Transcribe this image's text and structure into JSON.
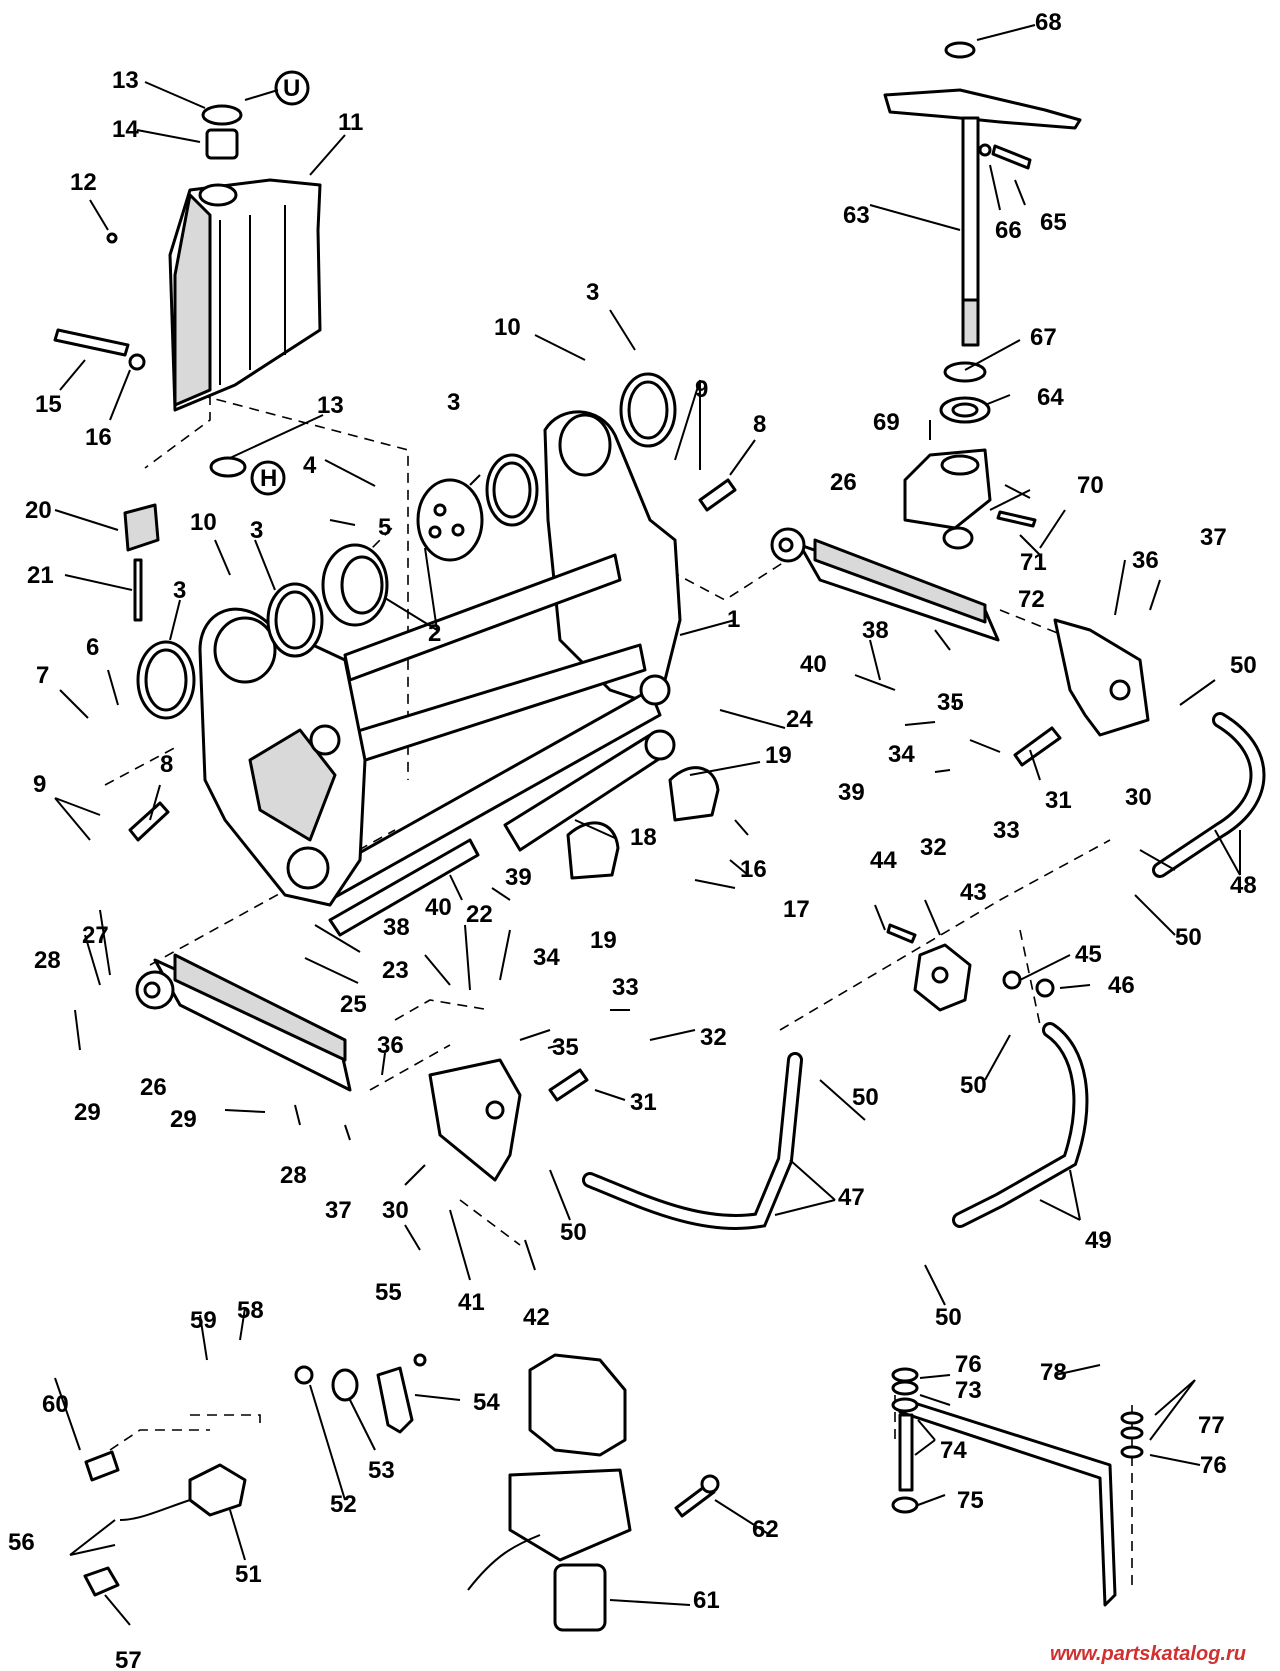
{
  "diagram": {
    "callouts": [
      "1",
      "2",
      "3",
      "4",
      "5",
      "6",
      "7",
      "8",
      "9",
      "10",
      "11",
      "12",
      "13",
      "14",
      "15",
      "16",
      "17",
      "18",
      "19",
      "20",
      "21",
      "22",
      "23",
      "24",
      "25",
      "26",
      "27",
      "28",
      "29",
      "30",
      "31",
      "32",
      "33",
      "34",
      "35",
      "36",
      "37",
      "38",
      "39",
      "40",
      "41",
      "42",
      "43",
      "44",
      "45",
      "46",
      "47",
      "48",
      "49",
      "50",
      "51",
      "52",
      "53",
      "54",
      "55",
      "56",
      "57",
      "58",
      "59",
      "60",
      "61",
      "62",
      "63",
      "64",
      "65",
      "66",
      "67",
      "68",
      "69",
      "70",
      "71",
      "72",
      "73",
      "74",
      "75",
      "76",
      "77",
      "78"
    ],
    "watermark": "www.partskatalog.ru"
  }
}
